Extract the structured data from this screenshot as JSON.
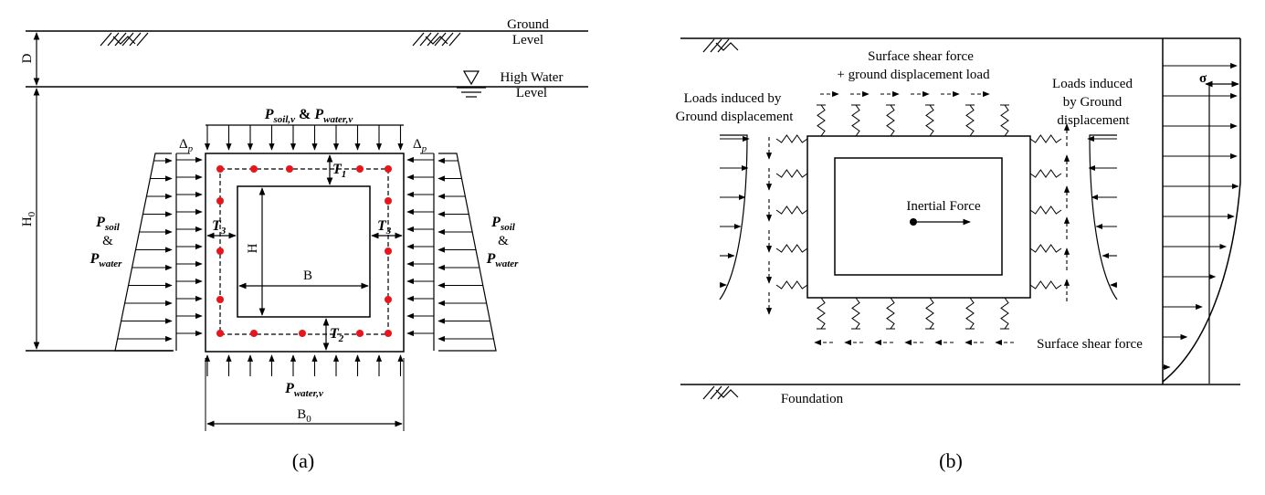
{
  "panel_a": {
    "ground_level": [
      "Ground",
      "Level"
    ],
    "high_water_level": [
      "High Water",
      "Level"
    ],
    "depth_label": "D",
    "height_label": "H",
    "height_zero": "H",
    "height_zero_sub": "0",
    "width_label": "B",
    "width_zero": "B",
    "width_zero_sub": "0",
    "top_load": {
      "p1": "P",
      "p1_sub": "soil,v",
      "amp": " & ",
      "p2": "P",
      "p2_sub": "water,v"
    },
    "bottom_load": {
      "p": "P",
      "p_sub": "water,v"
    },
    "lateral_load": {
      "p1": "P",
      "p1_sub": "soil",
      "amp": "&",
      "p2": "P",
      "p2_sub": "water"
    },
    "delta": "Δ",
    "delta_sub": "p",
    "t1": "T",
    "t1_sub": "1",
    "t2": "T",
    "t2_sub": "2",
    "t3": "T",
    "t3_sub": "3",
    "caption": "(a)"
  },
  "panel_b": {
    "surface_shear_top": [
      "Surface shear force",
      "+ ground displacement load"
    ],
    "loads_left": [
      "Loads induced by",
      "Ground displacement"
    ],
    "loads_right": [
      "Loads induced",
      "by Ground",
      "displacement"
    ],
    "inertial_force": "Inertial Force",
    "surface_shear_bottom": "Surface shear force",
    "sigma": "σ",
    "foundation": "Foundation",
    "caption": "(b)"
  },
  "colors": {
    "rebar": "#e8161b",
    "line": "#000000"
  }
}
